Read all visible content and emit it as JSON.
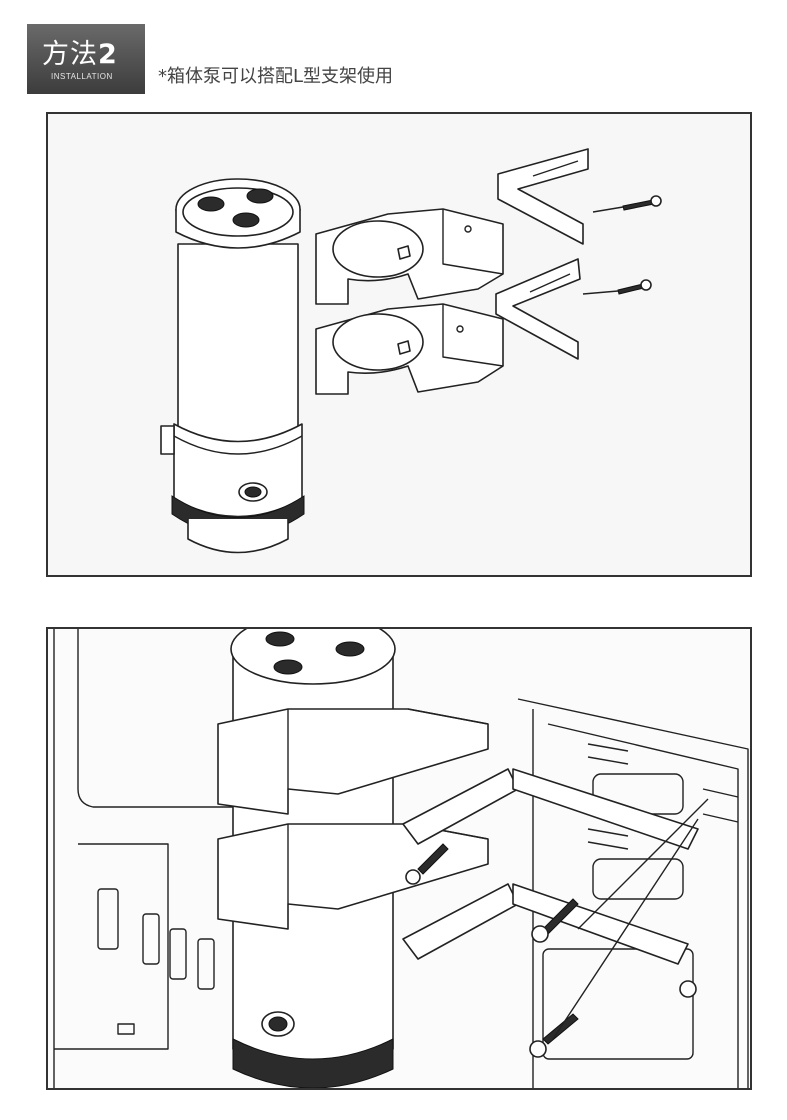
{
  "header": {
    "title_text": "方法",
    "title_number": "2",
    "subtitle": "INSTALLATION",
    "caption": "*箱体泵可以搭配L型支架使用"
  },
  "colors": {
    "badge_dark": "#3c3c3c",
    "line": "#222222",
    "panel_bg": "#f7f7f7"
  }
}
